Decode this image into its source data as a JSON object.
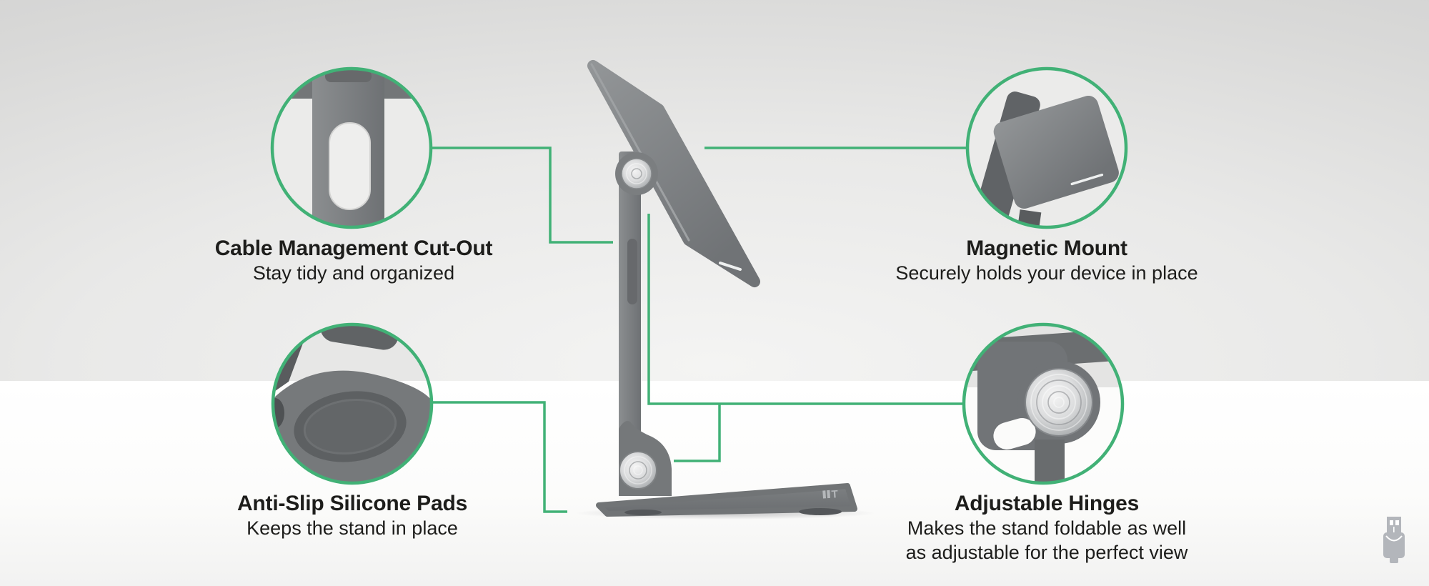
{
  "colors": {
    "accent_green": "#41b176",
    "text": "#1d1d1b",
    "wall_gray": "#cbcbcb",
    "floor_white": "#ffffff",
    "product_gray": "#7b7e80",
    "icon_gray": "#b3b6bb"
  },
  "callouts": [
    {
      "id": "cable-management",
      "title": "Cable Management Cut-Out",
      "subtitle": "Stay tidy and organized"
    },
    {
      "id": "magnetic-mount",
      "title": "Magnetic Mount",
      "subtitle": "Securely holds your device in place"
    },
    {
      "id": "anti-slip-pads",
      "title": "Anti-Slip Silicone Pads",
      "subtitle": "Keeps the stand in place"
    },
    {
      "id": "adjustable-hinges",
      "title": "Adjustable Hinges",
      "subtitle": "Makes the stand foldable as well\nas adjustable for the perfect view"
    }
  ],
  "brand_mark": "T",
  "icons": {
    "bottom_right": "usb-plug-icon"
  }
}
